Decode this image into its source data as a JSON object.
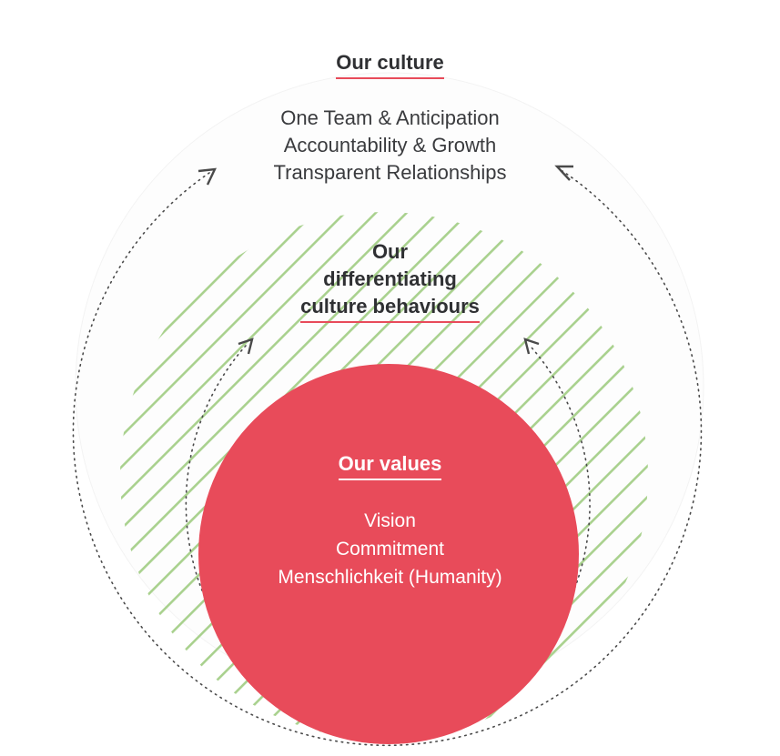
{
  "colors": {
    "values_red": "#e84b5a",
    "stripe_green": "#a9d18e",
    "text_dark": "#2f3033",
    "arrow_gray": "#555555"
  },
  "culture": {
    "title": "Our culture",
    "items": [
      "One Team & Anticipation",
      "Accountability & Growth",
      "Transparent Relationships"
    ]
  },
  "behaviours": {
    "title_line1": "Our",
    "title_line2": "differentiating",
    "title_line3": "culture behaviours"
  },
  "values": {
    "title": "Our values",
    "items": [
      "Vision",
      "Commitment",
      "Menschlichkeit (Humanity)"
    ]
  }
}
